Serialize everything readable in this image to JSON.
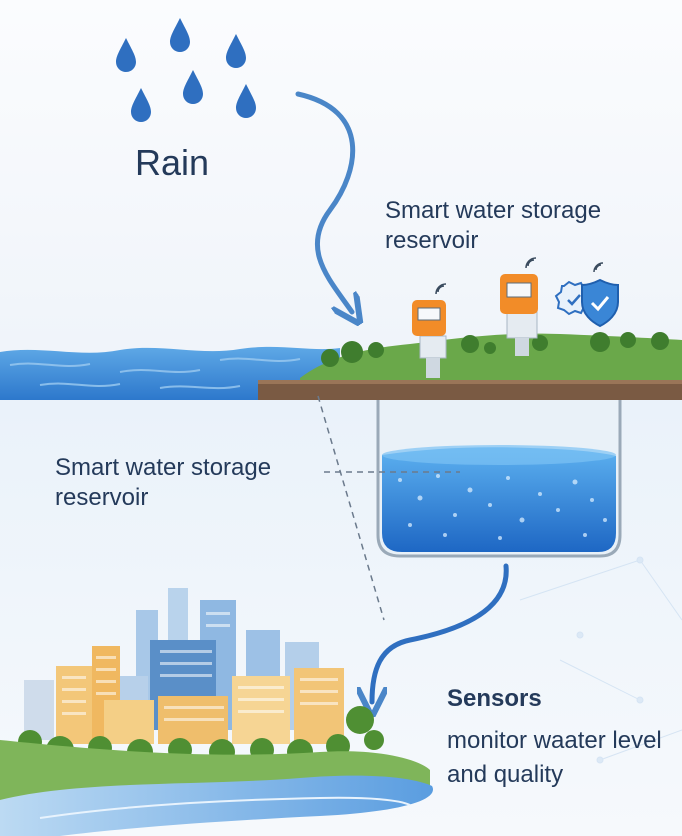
{
  "labels": {
    "rain": "Rain",
    "top_reservoir": "Smart water storage reservoir",
    "mid_reservoir": "Smart water storage reservoir",
    "sensors_title": "Sensors",
    "sensors_desc": "monitor waater level and quality"
  },
  "icons": [
    "raindrop-icon",
    "sensor-device-icon",
    "gear-check-icon",
    "shield-check-icon",
    "wifi-signal-icon"
  ],
  "colors": {
    "text": "#243a5a",
    "arrow": "#4a86c8",
    "water": "#2f82d6",
    "ground": "#7a5a43",
    "sensor": "#f28c28",
    "grass": "#5f9e3c"
  }
}
